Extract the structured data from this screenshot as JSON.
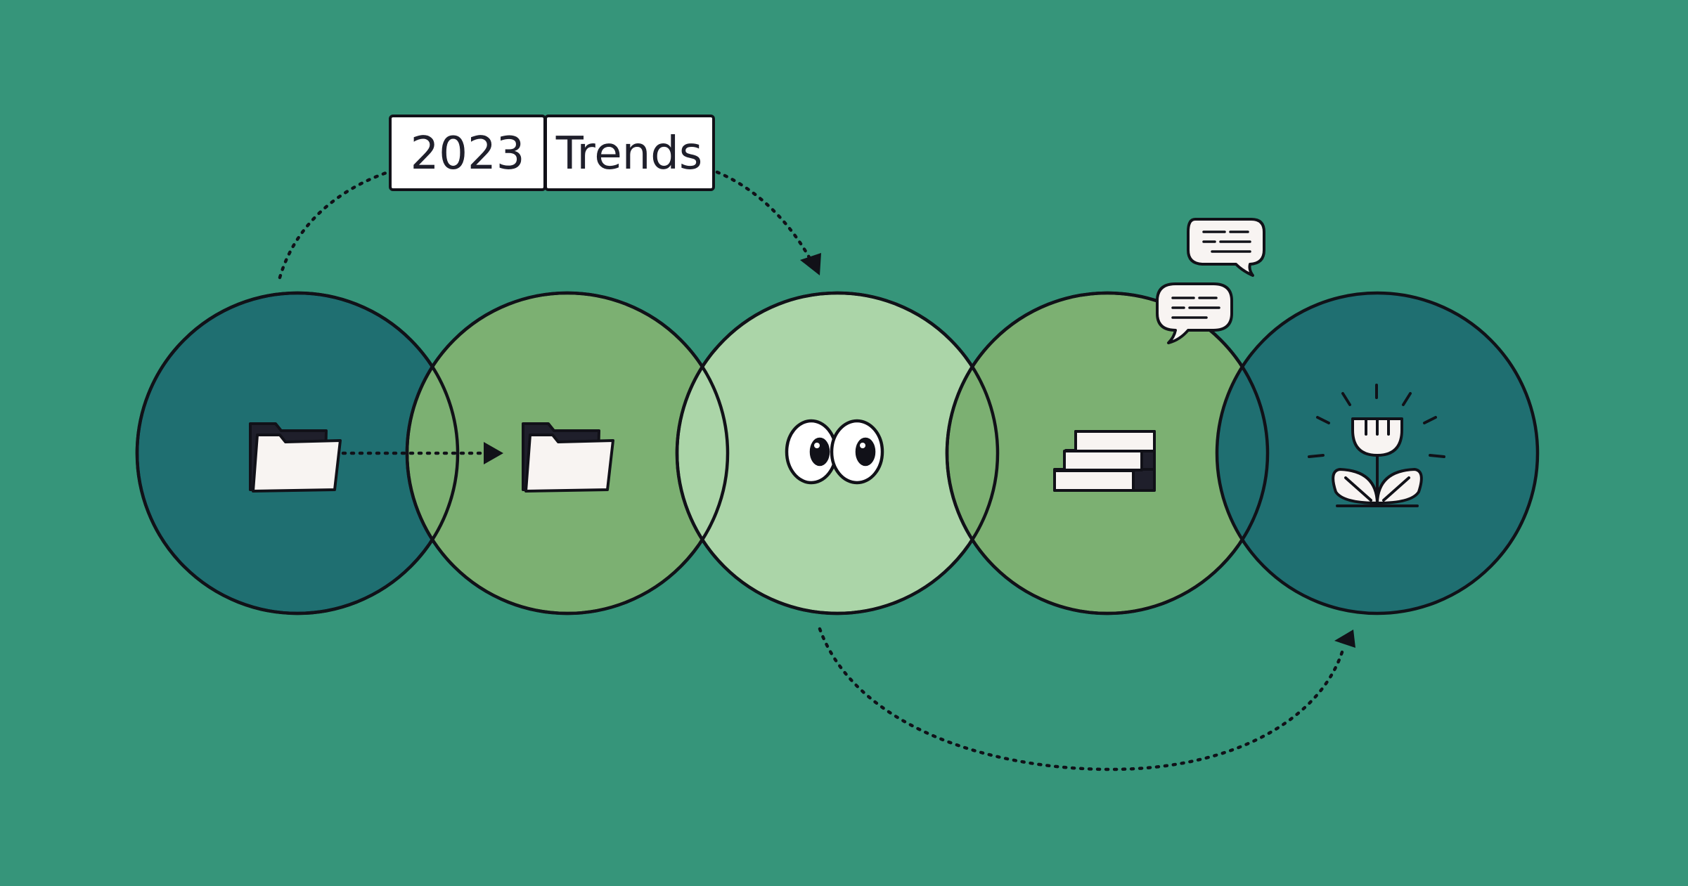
{
  "title_tags": {
    "year": "2023",
    "word": "Trends"
  },
  "colors": {
    "background": "#36957a",
    "circle_dark": "#1f6f71",
    "circle_mid": "#7cb072",
    "circle_light": "#abd5a8",
    "outline": "#111118",
    "paper": "#f8f4f2",
    "ink": "#1f1f2b"
  },
  "stages": [
    {
      "name": "folder-closed",
      "icon": "folder-icon",
      "fill": "dark"
    },
    {
      "name": "folder-open",
      "icon": "folder-icon",
      "fill": "mid"
    },
    {
      "name": "eyes",
      "icon": "eyes-icon",
      "fill": "light"
    },
    {
      "name": "stairs",
      "icon": "stairs-icon",
      "fill": "mid"
    },
    {
      "name": "growth",
      "icon": "flower-icon",
      "fill": "dark"
    }
  ]
}
